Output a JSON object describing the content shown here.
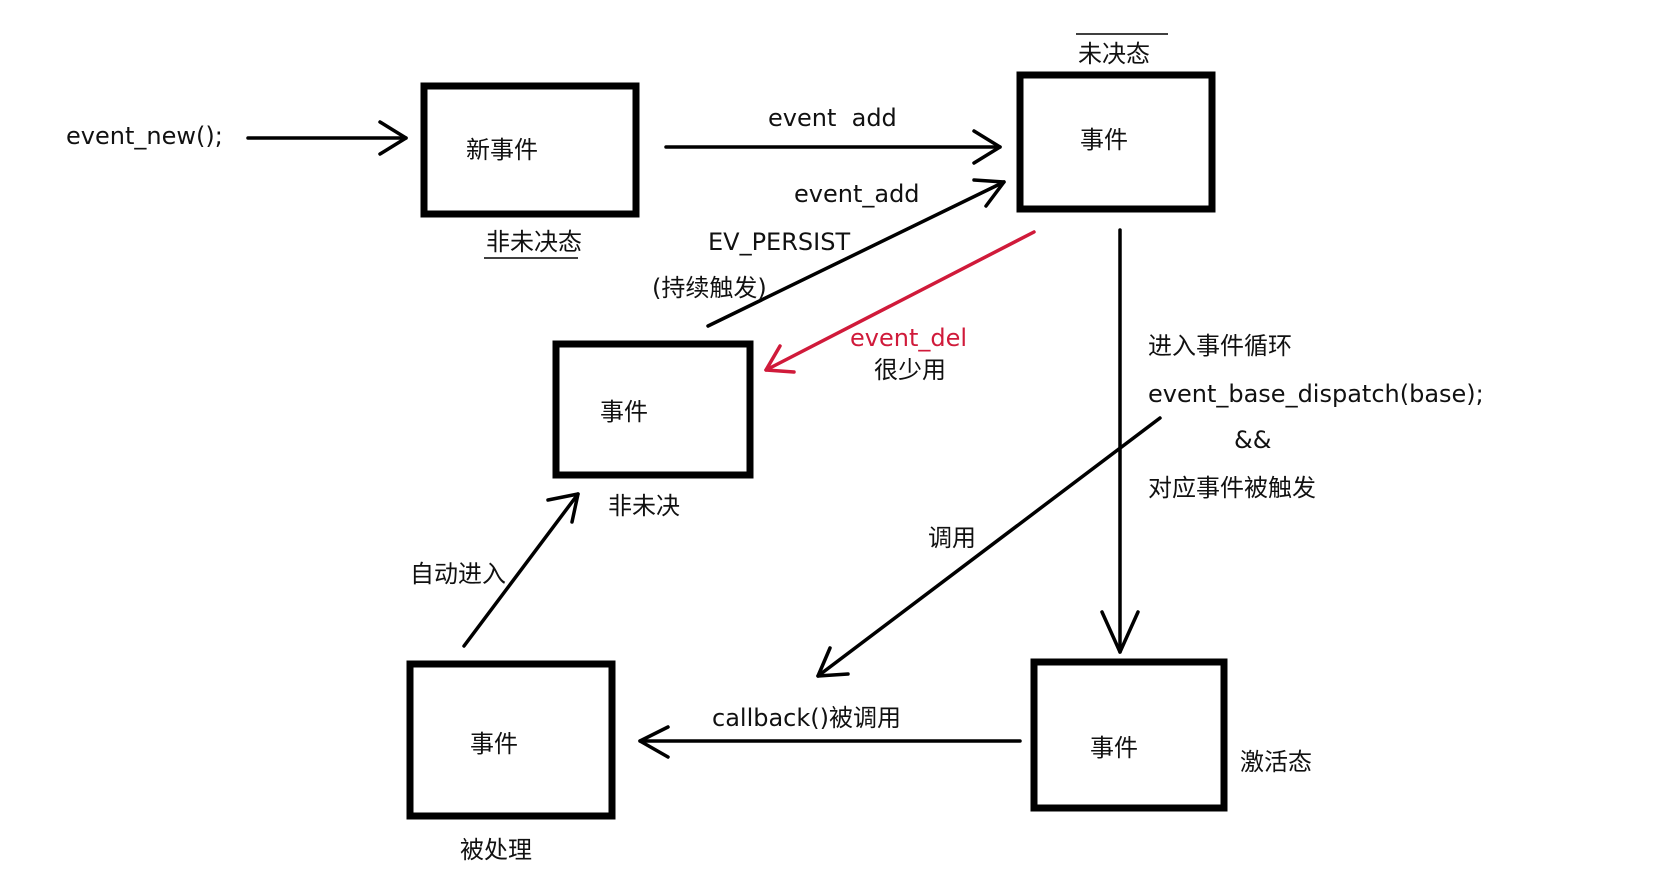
{
  "colors": {
    "line": "#000000",
    "text": "#111111",
    "highlight": "#d01a3a"
  },
  "nodes": {
    "new_event": {
      "label": "新事件",
      "state": "非未决态"
    },
    "pending": {
      "label": "事件",
      "state": "未决态"
    },
    "non_pending": {
      "label": "事件",
      "state": "非未决"
    },
    "active": {
      "label": "事件",
      "state": "激活态"
    },
    "processed": {
      "label": "事件",
      "state": "被处理"
    }
  },
  "edges": {
    "create": {
      "label": "event_new();"
    },
    "add": {
      "label": "event  add"
    },
    "persist": {
      "line1": "event_add",
      "line2": "EV_PERSIST",
      "line3": "(持续触发)"
    },
    "del": {
      "line1": "event_del",
      "line2": "很少用"
    },
    "dispatch": {
      "line1": "进入事件循环",
      "line2": "event_base_dispatch(base);",
      "line3": "&&",
      "line4": "对应事件被触发"
    },
    "invoke": {
      "label": "调用"
    },
    "callback": {
      "label": "callback()被调用"
    },
    "auto": {
      "label": "自动进入"
    }
  }
}
